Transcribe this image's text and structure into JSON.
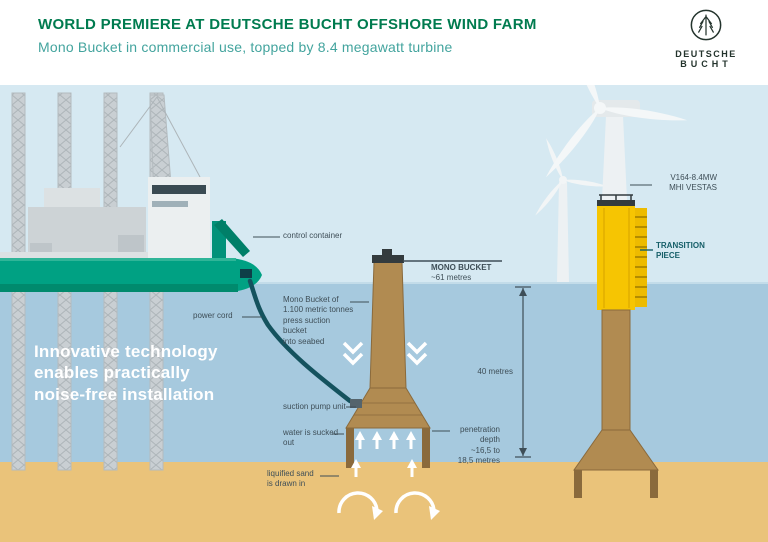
{
  "header": {
    "title": "WORLD PREMIERE AT DEUTSCHE BUCHT OFFSHORE WIND FARM",
    "subtitle": "Mono Bucket in commercial use, topped by 8.4 megawatt turbine",
    "logo_line1": "DEUTSCHE",
    "logo_line2": "BUCHT"
  },
  "tagline": "Innovative technology\nenables practically\nnoise-free installation",
  "labels": {
    "control_container": "control container",
    "power_cord": "power cord",
    "mono_bucket_press": "Mono Bucket of\n1.100 metric tonnes\npress suction bucket\ninto seabed",
    "mono_bucket_name": "MONO BUCKET",
    "mono_bucket_height": "~61 metres",
    "suction_pump_unit": "suction pump unit",
    "water_sucked_out": "water is sucked\nout",
    "liquified_sand": "liquified sand\nis drawn in",
    "penetration_depth": "penetration\ndepth\n~16,5 to\n18,5 metres",
    "water_depth": "40 metres",
    "turbine_model": "V164-8.4MW\nMHI VESTAS",
    "transition_piece": "TRANSITION\nPIECE"
  },
  "colors": {
    "title_green": "#007B4F",
    "subtitle_teal": "#43A49E",
    "sky": "#D6E9F2",
    "sea": "#A6C9DE",
    "sand": "#EAC37A",
    "ship_green": "#00A183",
    "bucket_brown": "#B18B51",
    "transition_yellow": "#F6C502",
    "label_dark": "#3E4E57",
    "cord_teal": "#14525E"
  }
}
